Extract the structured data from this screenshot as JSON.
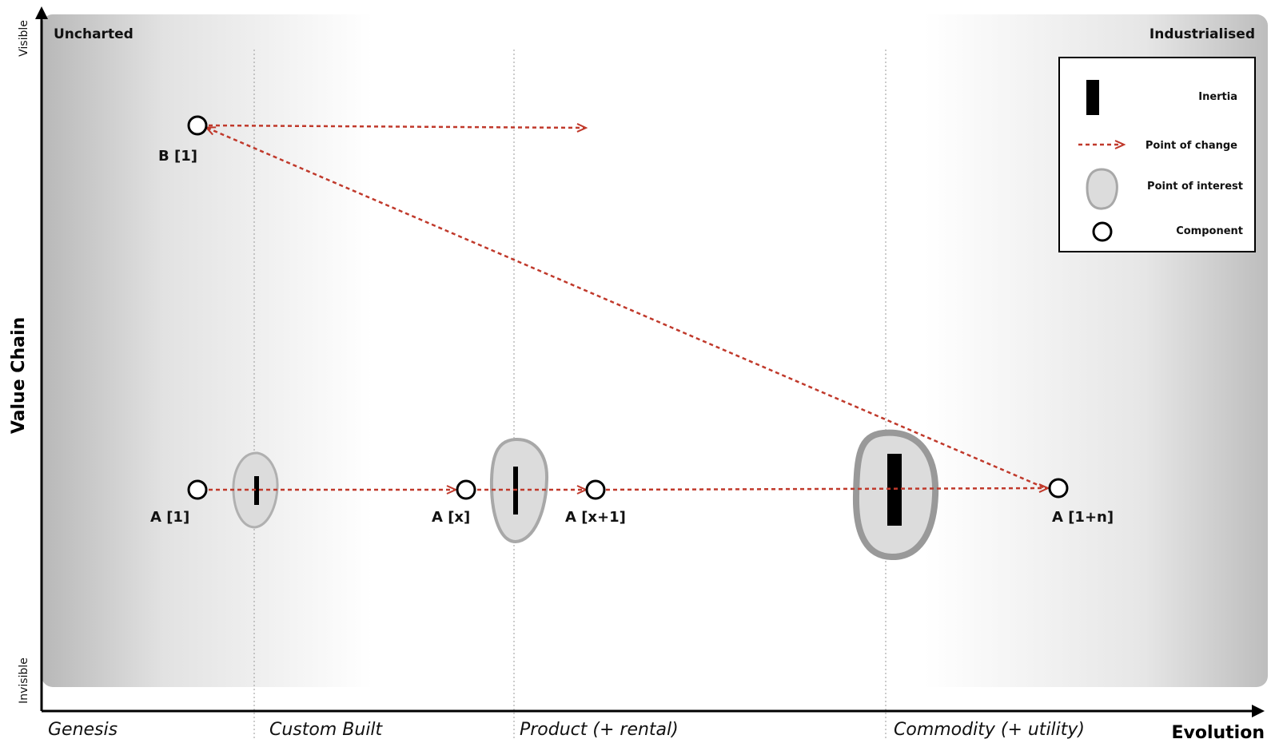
{
  "corners": {
    "top_left": "Uncharted",
    "top_right": "Industrialised"
  },
  "y_axis": {
    "title": "Value Chain",
    "top": "Visible",
    "bottom": "Invisible"
  },
  "x_axis": {
    "title": "Evolution"
  },
  "stages": [
    "Genesis",
    "Custom Built",
    "Product (+ rental)",
    "Commodity (+ utility)"
  ],
  "components": {
    "b1": "B [1]",
    "a1": "A [1]",
    "ax": "A [x]",
    "ax1": "A [x+1]",
    "a1n": "A [1+n]"
  },
  "legend": {
    "inertia": "Inertia",
    "point_of_change": "Point of change",
    "point_of_interest": "Point of interest",
    "component": "Component"
  },
  "colors": {
    "change_arrow": "#c0392b",
    "interest_fill": "#dcdcdc",
    "interest_stroke": "#a8a8a8",
    "inertia": "#000000"
  }
}
